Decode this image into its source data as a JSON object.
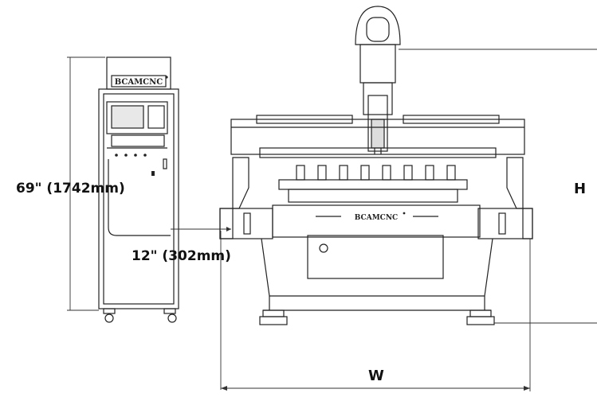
{
  "labels": {
    "cabinet_height": "69\" (1742mm)",
    "cabinet_gap": "12\" (302mm)",
    "machine_height": "H",
    "machine_width": "W"
  },
  "branding": {
    "cabinet_logo": "BCAMCNC",
    "gantry_logo": "BCAMCNC"
  },
  "colors": {
    "line": "#222222",
    "screen_fill": "#e8e8e8",
    "dimension_line": "#333333"
  }
}
